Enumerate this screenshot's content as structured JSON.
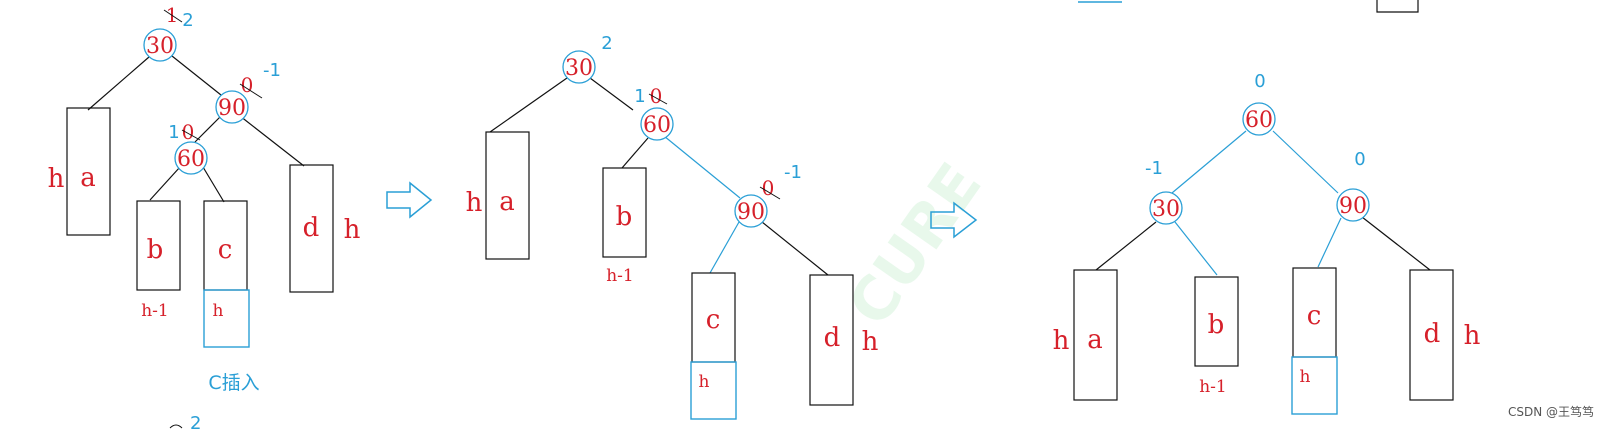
{
  "watermark": "CURE",
  "credit": "CSDN @王笃笃",
  "insert_label": "C插入",
  "height_h": "h",
  "height_h1": "h-1",
  "nodes": {
    "n30": "30",
    "n60": "60",
    "n90": "90"
  },
  "subtrees": {
    "a": "a",
    "b": "b",
    "c": "c",
    "d": "d"
  },
  "stage1": {
    "bf_30_old": "1",
    "bf_30_new": "2",
    "bf_90_old": "0",
    "bf_90_new": "-1",
    "bf_60_old": "0",
    "bf_60_new": "1",
    "fragment_bottom": "2"
  },
  "stage2": {
    "bf_30": "2",
    "bf_60_old": "0",
    "bf_60_new": "1",
    "bf_90_old": "0",
    "bf_90_new": "-1"
  },
  "stage3": {
    "bf_60_old": "0",
    "bf_60_new": "0",
    "bf_30_new": "-1",
    "bf_90_new": "0"
  },
  "colors": {
    "red": "#d6202a",
    "blue": "#2a9fd6",
    "black": "#111111"
  }
}
